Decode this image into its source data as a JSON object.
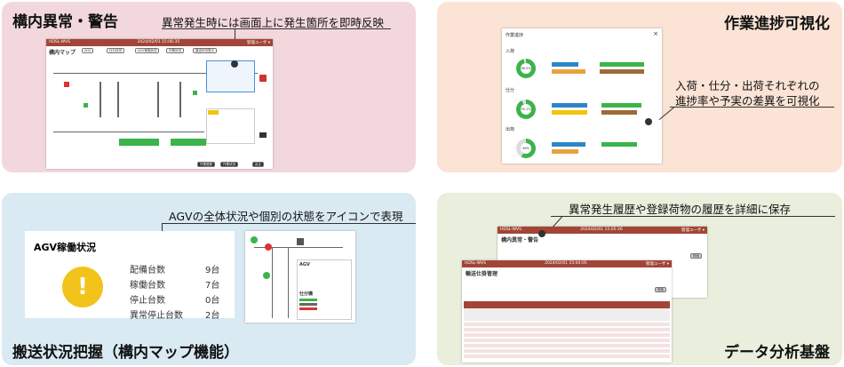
{
  "panels": {
    "anomaly": {
      "title": "構内異常・警告",
      "callout": "異常発生時には画面上に発生箇所を即時反映"
    },
    "progress": {
      "title": "作業進捗可視化",
      "callout_line1": "入荷・仕分・出荷それぞれの",
      "callout_line2": "進捗率や予実の差異を可視化"
    },
    "transport": {
      "title": "搬送状況把握（構内マップ機能）",
      "callout": "AGVの全体状況や個別の状態をアイコンで表現"
    },
    "data": {
      "title": "データ分析基盤",
      "callout": "異常発生履歴や登録荷物の履歴を詳細に保存"
    }
  },
  "map_shot": {
    "app": "HDSL-WVS",
    "datetime": "2024/02/01 15:06:35",
    "user": "管理ユーザ ▾",
    "title": "構内マップ",
    "tabs": [
      "AGV",
      "仕分状況",
      "AGV稼働状況",
      "作業状況",
      "搬送状況表示"
    ],
    "bottom_buttons": [
      "作業登録",
      "作業状況",
      "戻る"
    ]
  },
  "progress_shot": {
    "title": "作業進捗",
    "sections": [
      "入荷",
      "仕分",
      "出荷"
    ],
    "percents": [
      "96.2%",
      "93.1%",
      "58%"
    ]
  },
  "agv_status": {
    "title": "AGV稼働状況",
    "rows": [
      {
        "label": "配備台数",
        "value": "9台"
      },
      {
        "label": "稼働台数",
        "value": "7台"
      },
      {
        "label": "停止台数",
        "value": "0台"
      },
      {
        "label": "異常停止台数",
        "value": "2台"
      }
    ],
    "icon": "!"
  },
  "agv_map": {
    "legend_title": "AGV",
    "legend2_title": "仕分機"
  },
  "data_shot": {
    "app": "HDSL-WVS",
    "datetime1": "2024/02/01 15:05:26",
    "datetime2": "2024/02/01 15:04:05",
    "user": "管理ユーザ ▾",
    "title1": "構内異常・警告",
    "title2": "輸送仕掛管理",
    "search": "検索"
  },
  "colors": {
    "accent_red": "#a24536",
    "green": "#3cb44b",
    "blue": "#2e86c8",
    "orange": "#e8a33b",
    "warning_yellow": "#f1c40f"
  }
}
